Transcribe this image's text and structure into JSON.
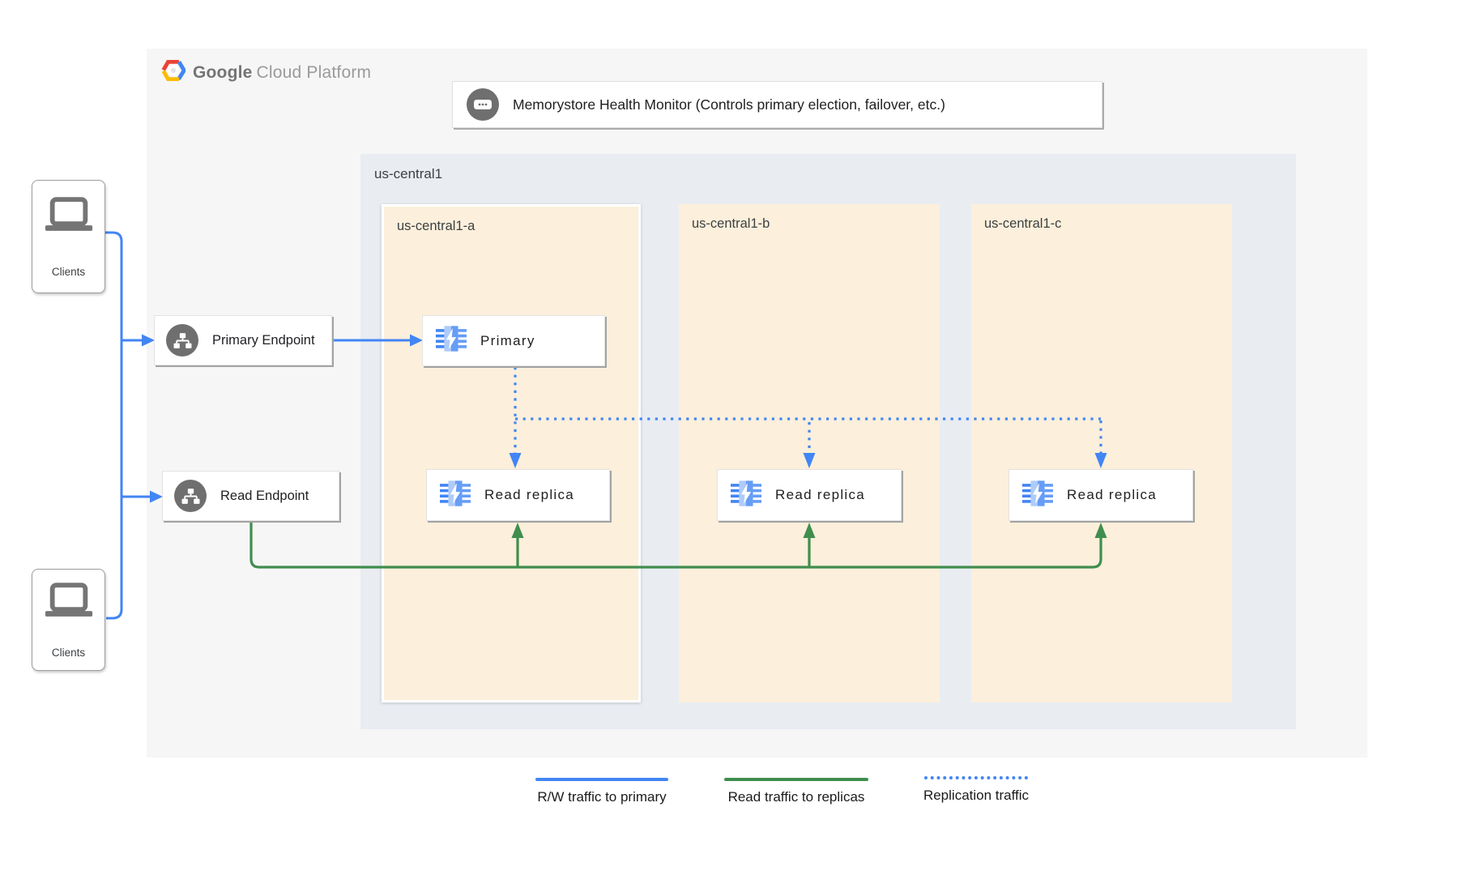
{
  "logo": {
    "part1": "Google",
    "part2": "Cloud Platform"
  },
  "health_monitor": {
    "label": "Memorystore Health Monitor (Controls primary election, failover, etc.)"
  },
  "region": {
    "label": "us-central1",
    "zones": [
      {
        "label": "us-central1-a",
        "highlighted": true
      },
      {
        "label": "us-central1-b",
        "highlighted": false
      },
      {
        "label": "us-central1-c",
        "highlighted": false
      }
    ]
  },
  "clients": {
    "top": "Clients",
    "bottom": "Clients"
  },
  "endpoints": {
    "primary": "Primary Endpoint",
    "read": "Read Endpoint"
  },
  "nodes": {
    "primary": "Primary",
    "replicas": [
      "Read replica",
      "Read replica",
      "Read replica"
    ]
  },
  "legend": [
    {
      "label": "R/W traffic to primary",
      "style": "solid",
      "color": "#4285f4"
    },
    {
      "label": "Read traffic to replicas",
      "style": "solid",
      "color": "#3f8e4e"
    },
    {
      "label": "Replication traffic",
      "style": "dotted",
      "color": "#4285f4"
    }
  ],
  "colors": {
    "rw_traffic_blue": "#4285f4",
    "read_traffic_green": "#3f8e4e",
    "zone_bg": "#fcefdb",
    "region_bg": "#e9edf2",
    "panel_bg": "#f6f6f6",
    "icon_gray": "#6f6f6f"
  }
}
